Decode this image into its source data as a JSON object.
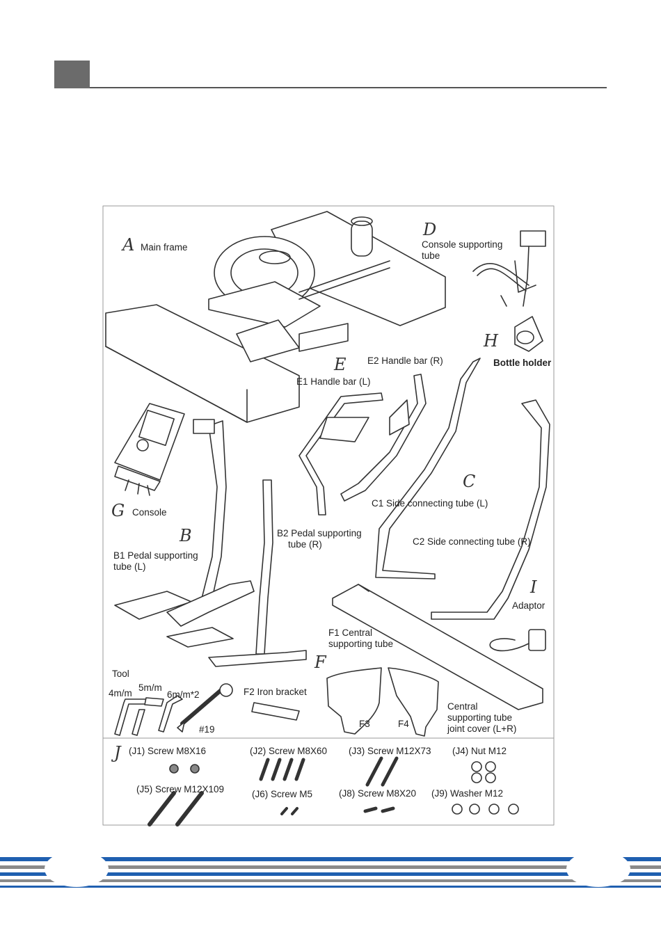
{
  "parts": {
    "A": {
      "letter": "A",
      "label": "Main frame"
    },
    "D": {
      "letter": "D",
      "label_line1": "Console supporting",
      "label_line2": "tube"
    },
    "H": {
      "letter": "H",
      "label": "Bottle holder"
    },
    "E": {
      "letter": "E",
      "e1": "E1 Handle bar (L)",
      "e2": "E2 Handle bar (R)"
    },
    "G": {
      "letter": "G",
      "label": "Console"
    },
    "B": {
      "letter": "B",
      "b1_line1": "B1 Pedal supporting",
      "b1_line2": "tube (L)",
      "b2_line1": "B2 Pedal supporting",
      "b2_line2": "tube (R)"
    },
    "C": {
      "letter": "C",
      "c1": "C1 Side connecting tube (L)",
      "c2": "C2 Side connecting tube (R)"
    },
    "I": {
      "letter": "I",
      "label": "Adaptor"
    },
    "F": {
      "letter": "F",
      "f1_line1": "F1 Central",
      "f1_line2": "supporting tube",
      "f2": "F2 Iron bracket",
      "f3": "F3",
      "f4": "F4",
      "cover_line1": "Central",
      "cover_line2": "supporting tube",
      "cover_line3": "joint cover (L+R)"
    },
    "tool": {
      "title": "Tool",
      "t1": "4m/m",
      "t2": "5m/m",
      "t3": "6m/m*2",
      "t4": "#19"
    },
    "J": {
      "letter": "J",
      "j1": "(J1) Screw M8X16",
      "j2": "(J2) Screw M8X60",
      "j3": "(J3) Screw M12X73",
      "j4": "(J4) Nut M12",
      "j5": "(J5) Screw M12X109",
      "j6": "(J6) Screw M5",
      "j8": "(J8) Screw M8X20",
      "j9": "(J9) Washer M12"
    }
  },
  "colors": {
    "header_box": "#6b6b6b",
    "stripe_blue": "#1f5fb0",
    "stripe_gray": "#8a8a8a"
  }
}
